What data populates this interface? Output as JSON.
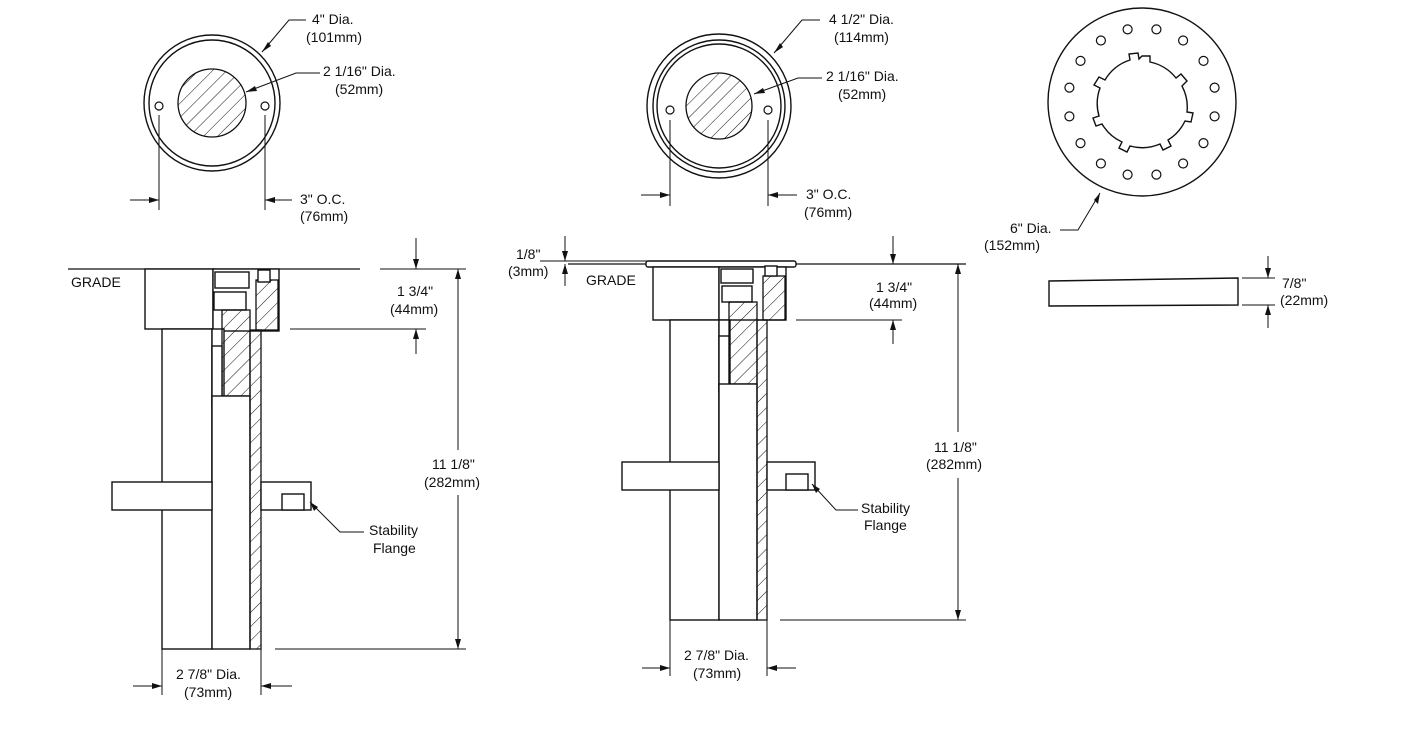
{
  "view1": {
    "top_outer_dia": "4\" Dia.",
    "top_outer_dia_mm": "(101mm)",
    "top_inner_dia": "2 1/16\" Dia.",
    "top_inner_dia_mm": "(52mm)",
    "oc": "3\" O.C.",
    "oc_mm": "(76mm)",
    "grade": "GRADE",
    "depth_top": "1 3/4\"",
    "depth_top_mm": "(44mm)",
    "length": "11 1/8\"",
    "length_mm": "(282mm)",
    "flange_line1": "Stability",
    "flange_line2": "Flange",
    "pipe_dia": "2 7/8\" Dia.",
    "pipe_dia_mm": "(73mm)"
  },
  "view2": {
    "top_outer_dia": "4 1/2\" Dia.",
    "top_outer_dia_mm": "(114mm)",
    "top_inner_dia": "2 1/16\" Dia.",
    "top_inner_dia_mm": "(52mm)",
    "oc": "3\" O.C.",
    "oc_mm": "(76mm)",
    "lip": "1/8\"",
    "lip_mm": "(3mm)",
    "grade": "GRADE",
    "depth_top": "1 3/4\"",
    "depth_top_mm": "(44mm)",
    "length": "11 1/8\"",
    "length_mm": "(282mm)",
    "flange_line1": "Stability",
    "flange_line2": "Flange",
    "pipe_dia": "2 7/8\" Dia.",
    "pipe_dia_mm": "(73mm)"
  },
  "view3": {
    "ring_dia": "6\" Dia.",
    "ring_dia_mm": "(152mm)",
    "thickness": "7/8\"",
    "thickness_mm": "(22mm)"
  }
}
